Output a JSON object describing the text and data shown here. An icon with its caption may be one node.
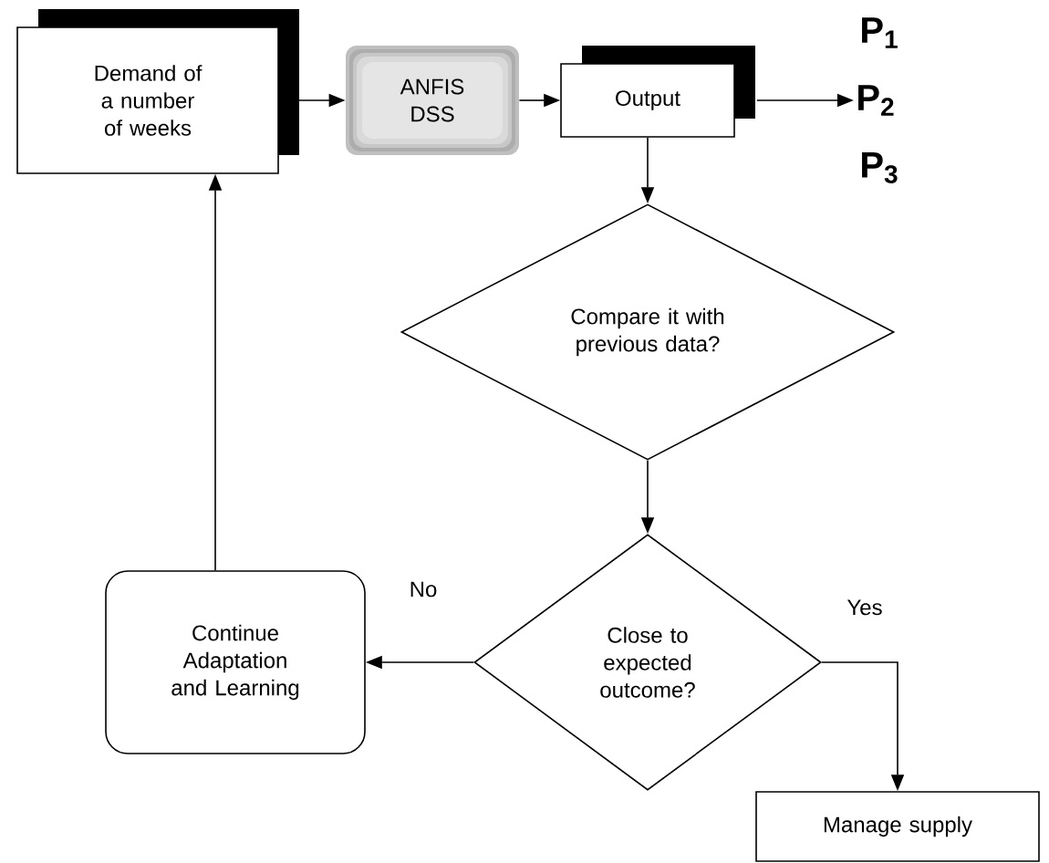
{
  "diagram": {
    "nodes": [
      {
        "text": [
          "Demand of a number of weeks"
        ]
      },
      {
        "text": [
          "ANFIS DSS"
        ]
      },
      {
        "text": [
          "Output"
        ]
      },
      {
        "text": [
          "P$_{2}$"
        ]
      },
      {
        "text": [
          "Compare it with previous data?"
        ]
      },
      {
        "text": [
          "Close to expected outcome?"
        ]
      },
      {
        "text": [
          "Continue Adaptation and Learning"
        ]
      },
      {
        "text": [
          "Manage supply"
        ]
      }
    ],
    "edges": [
      {
        "from": 0,
        "to": 1,
        "arrow": "to"
      },
      {
        "from": 1,
        "to": 2,
        "arrow": "to"
      },
      {
        "from": 2,
        "to": 3,
        "arrow": "to"
      },
      {
        "from": 2,
        "to": 4,
        "arrow": "to"
      },
      {
        "from": 4,
        "to": 5,
        "arrow": "to"
      },
      {
        "from": 5,
        "to": 6,
        "arrow": "to",
        "label": "No"
      },
      {
        "from": 5,
        "to": 7,
        "arrow": "to",
        "label": "Yes"
      },
      {
        "from": 6,
        "to": 0,
        "arrow": "to"
      }
    ],
    "labels": [
      "P$_{1}$",
      "P$_{3}$"
    ]
  }
}
